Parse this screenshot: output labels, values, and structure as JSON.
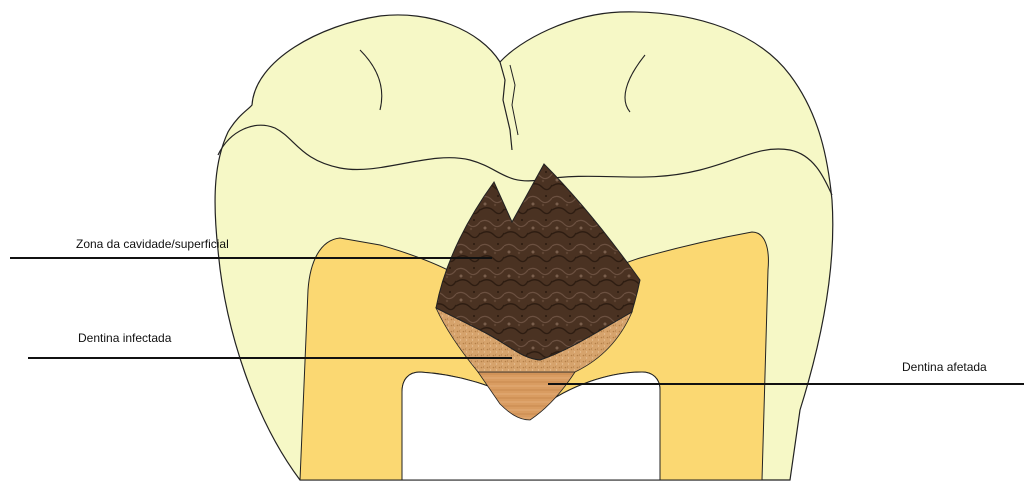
{
  "labels": {
    "cavity_zone": "Zona da cavidade/superficial",
    "infected_dentin": "Dentina infectada",
    "affected_dentin": "Dentina afetada"
  },
  "colors": {
    "enamel": "#f6f8c6",
    "dentin": "#fbd872",
    "cavity": "#4a3222",
    "infected": "#d9a873",
    "affected": "#d69a62",
    "outline": "#222222"
  }
}
